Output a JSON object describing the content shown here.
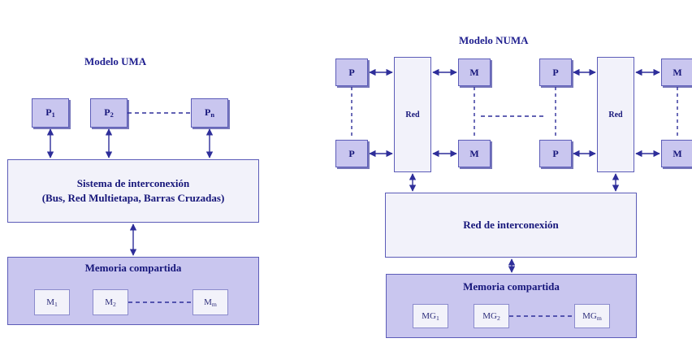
{
  "uma": {
    "title": "Modelo UMA",
    "processors": [
      {
        "base": "P",
        "sub": "1"
      },
      {
        "base": "P",
        "sub": "2"
      },
      {
        "base": "P",
        "sub": "n"
      }
    ],
    "interconnect_title": "Sistema de interconexión",
    "interconnect_subtitle": "(Bus, Red Multietapa, Barras Cruzadas)",
    "memory_title": "Memoria compartida",
    "modules": [
      {
        "base": "M",
        "sub": "1"
      },
      {
        "base": "M",
        "sub": "2"
      },
      {
        "base": "M",
        "sub": "m"
      }
    ]
  },
  "numa": {
    "title": "Modelo NUMA",
    "processor_label": "P",
    "local_memory_label": "M",
    "net_label": "Red",
    "interconnect_title": "Red de interconexión",
    "memory_title": "Memoria compartida",
    "modules": [
      {
        "base": "MG",
        "sub": "1"
      },
      {
        "base": "MG",
        "sub": "2"
      },
      {
        "base": "MG",
        "sub": "m"
      }
    ]
  },
  "colors": {
    "title_text": "#1f1f8f",
    "box_fill_dark": "#c9c6ef",
    "box_fill_light": "#f2f2fa",
    "line": "#2e2e9a"
  }
}
